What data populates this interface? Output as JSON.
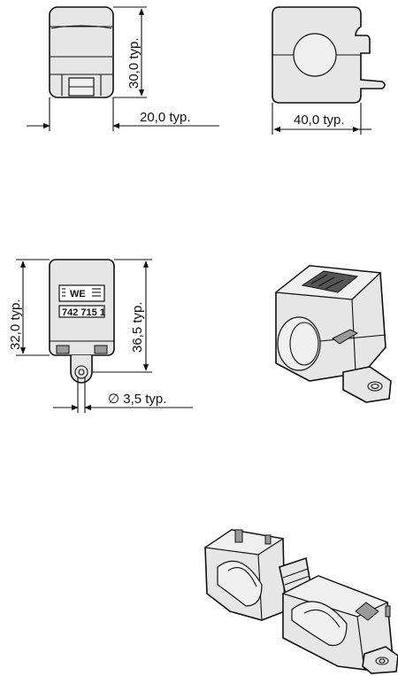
{
  "dimensions": {
    "front_height": "30,0  typ.",
    "front_width": "20,0  typ.",
    "side_width": "40,0  typ.",
    "top_height_left": "32,0  typ.",
    "top_height_right": "36,5  typ.",
    "hole_diameter": "∅  3,5  typ."
  },
  "label": {
    "logo_text": "WE",
    "part_number": "742 715 1"
  }
}
